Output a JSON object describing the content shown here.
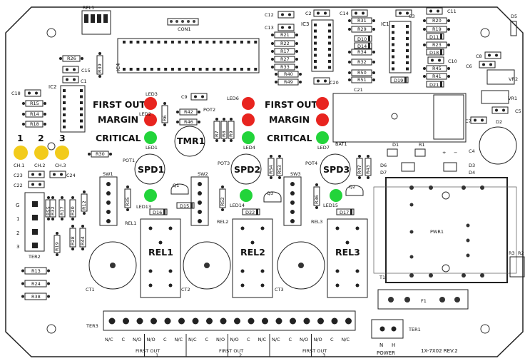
{
  "board": {
    "revision": "1X-7X02 REV.2",
    "connectors": {
      "con1": "CON1",
      "rel1": "REL1",
      "ter1": "TER1",
      "ter2": "TER2",
      "ter3": "TER3",
      "bat1": "BAT1",
      "pwr1": "PWR1",
      "t1": "T1",
      "f1": "F1",
      "power_label": "POWER",
      "power_n": "N",
      "power_h": "H"
    },
    "ics": {
      "ic1": "IC1",
      "ic2": "IC2",
      "ic3": "IC3",
      "ic4": "IC4"
    },
    "big_labels": {
      "first_out_1": "FIRST OUT",
      "margin_1": "MARGIN",
      "critical_1": "CRITICAL",
      "first_out_2": "FIRST OUT",
      "margin_2": "MARGIN",
      "critical_2": "CRITICAL",
      "tmr1": "TMR1",
      "spd1": "SPD1",
      "spd2": "SPD2",
      "spd3": "SPD3",
      "rel1": "REL1",
      "rel2": "REL2",
      "rel3": "REL3"
    },
    "channels": [
      {
        "num": "1",
        "label": "CH.1"
      },
      {
        "num": "2",
        "label": "CH.2"
      },
      {
        "num": "3",
        "label": "CH.3"
      }
    ],
    "ter2_pins": [
      "G",
      "1",
      "2",
      "3"
    ],
    "ter3_groups": [
      {
        "pins": [
          "N/C",
          "C",
          "N/O"
        ],
        "note": "FIRST OUT",
        "num": "1"
      },
      {
        "pins": [
          "N/O",
          "C",
          "N/C"
        ]
      },
      {
        "pins": [
          "N/C",
          "C",
          "N/O"
        ],
        "note": "FIRST OUT",
        "num": "2"
      },
      {
        "pins": [
          "N/O",
          "C",
          "N/C"
        ]
      },
      {
        "pins": [
          "N/C",
          "C",
          "N/O"
        ],
        "note": "FIRST OUT",
        "num": "3"
      },
      {
        "pins": [
          "N/O",
          "C",
          "N/C"
        ]
      }
    ],
    "leds": {
      "led1": "LED1",
      "led2": "LED2",
      "led3": "LED3",
      "led4": "LED4",
      "led5": "LED5",
      "led6": "LED6",
      "led7": "LED7",
      "led13": "LED13",
      "led14": "LED14",
      "led15": "LED15"
    },
    "resistors": {
      "r2": "R2",
      "r3": "R3",
      "r6": "R6",
      "r7": "R7",
      "r8": "R8",
      "r9": "R9",
      "r13": "R13",
      "r14": "R14",
      "r15": "R15",
      "r17": "R17",
      "r18": "R18",
      "r19": "R19",
      "r20": "R20",
      "r21": "R21",
      "r22": "R22",
      "r23": "R23",
      "r24": "R24",
      "r26": "R26",
      "r27": "R27",
      "r28": "R28",
      "r29": "R29",
      "r30": "R30",
      "r31": "R31",
      "r32": "R32",
      "r33": "R33",
      "r34": "R34",
      "r35": "R35",
      "r36": "R36",
      "r38": "R38",
      "r39": "R39",
      "r40": "R40",
      "r41": "R41",
      "r42": "R42",
      "r43": "R43",
      "r44": "R44",
      "r45": "R45",
      "r46": "R46",
      "r47": "R47",
      "r49": "R49",
      "r50": "R50",
      "r51": "R51",
      "r52": "R52",
      "r53": "R53",
      "r54": "R54",
      "r55": "R55"
    },
    "capacitors": {
      "c1": "C1",
      "c2": "C2",
      "c3": "C3",
      "c4": "C4",
      "c5": "C5",
      "c6": "C6",
      "c7": "C7",
      "c8": "C8",
      "c9": "C9",
      "c10": "C10",
      "c11": "C11",
      "c12": "C12",
      "c13": "C13",
      "c14": "C14",
      "c15": "C15",
      "c18": "C18",
      "c20": "C20",
      "c21": "C21",
      "c22": "C22",
      "c23": "C23",
      "c24": "C24"
    },
    "diodes": {
      "d1": "D1",
      "d2": "D2",
      "d3": "D3",
      "d4": "D4",
      "d5": "D5",
      "d6": "D6",
      "d7": "D7",
      "d10": "D10",
      "d11": "D11",
      "d14": "D14",
      "d15": "D15",
      "d16": "D16",
      "d17": "D17",
      "d18": "D18",
      "d19": "D19",
      "d21": "D21",
      "d22": "D22"
    },
    "misc": {
      "q1": "Q1",
      "q2": "Q2",
      "q3": "Q3",
      "sw1": "SW1",
      "sw2": "SW2",
      "sw3": "SW3",
      "pot1": "POT1",
      "pot2": "POT2",
      "pot3": "POT3",
      "pot4": "POT4",
      "ct1": "CT1",
      "ct2": "CT2",
      "ct3": "CT3",
      "vr1": "VR1",
      "vr2": "VR2",
      "rel1_small": "REL1",
      "rel2_small": "REL2",
      "rel3_small": "REL3",
      "r1": "R1"
    },
    "colors": {
      "led_red": "#e8241f",
      "led_green": "#22d43a",
      "ch_yellow": "#f2cb1b",
      "ink": "#1a1a1a"
    }
  }
}
